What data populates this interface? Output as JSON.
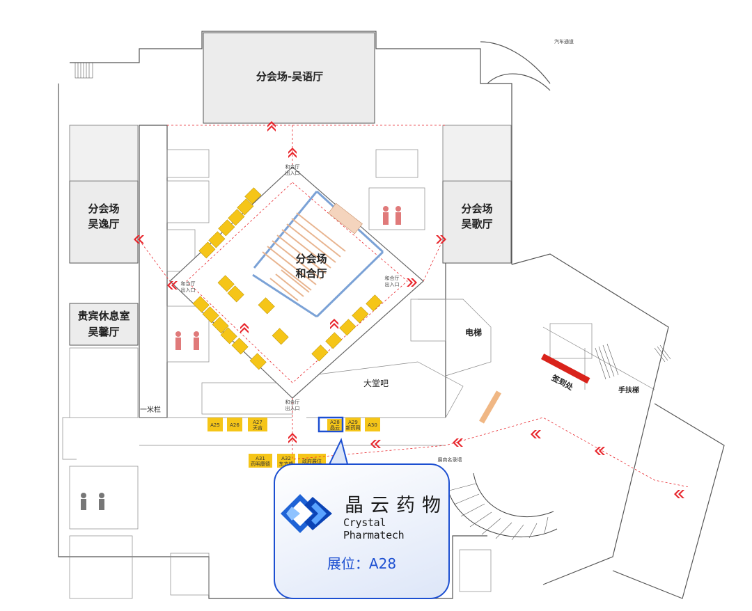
{
  "halls": {
    "wuyu": "分会场-吴语厅",
    "wuyi_1": "分会场",
    "wuyi_2": "吴逸厅",
    "wuge_1": "分会场",
    "wuge_2": "吴歌厅",
    "vip_1": "贵宾休息室",
    "vip_2": "吴馨厅",
    "hehe_1": "分会场",
    "hehe_2": "和合厅"
  },
  "labels": {
    "lobby_bar": "大堂吧",
    "elevator": "电梯",
    "escalator": "手扶梯",
    "registration": "签到处",
    "one_meter_rail": "一米栏",
    "entrance": "和合厅",
    "entrance_sub": "出入口",
    "car_lane": "汽车通道",
    "visitor_guide": "展商名录墙"
  },
  "booths": {
    "a25": "A25",
    "a26": "A26",
    "a27": "A27",
    "a27_sub": "天吉",
    "a28": "A28",
    "a28_sub": "晶云",
    "a29": "A29",
    "a29_sub": "新药网",
    "a30": "A30",
    "a31": "A31",
    "a31_sub": "药明康德",
    "a32": "A32",
    "a32_sub": "东方峰",
    "gov": "政府展位"
  },
  "callout": {
    "brand_cn": "晶云药物",
    "brand_en": "Crystal Pharmatech",
    "booth_label": "展位：A28"
  },
  "colors": {
    "booth": "#f5c518",
    "arrow": "#e8262c",
    "highlight": "#1c4fd1",
    "registration": "#d9231b"
  }
}
